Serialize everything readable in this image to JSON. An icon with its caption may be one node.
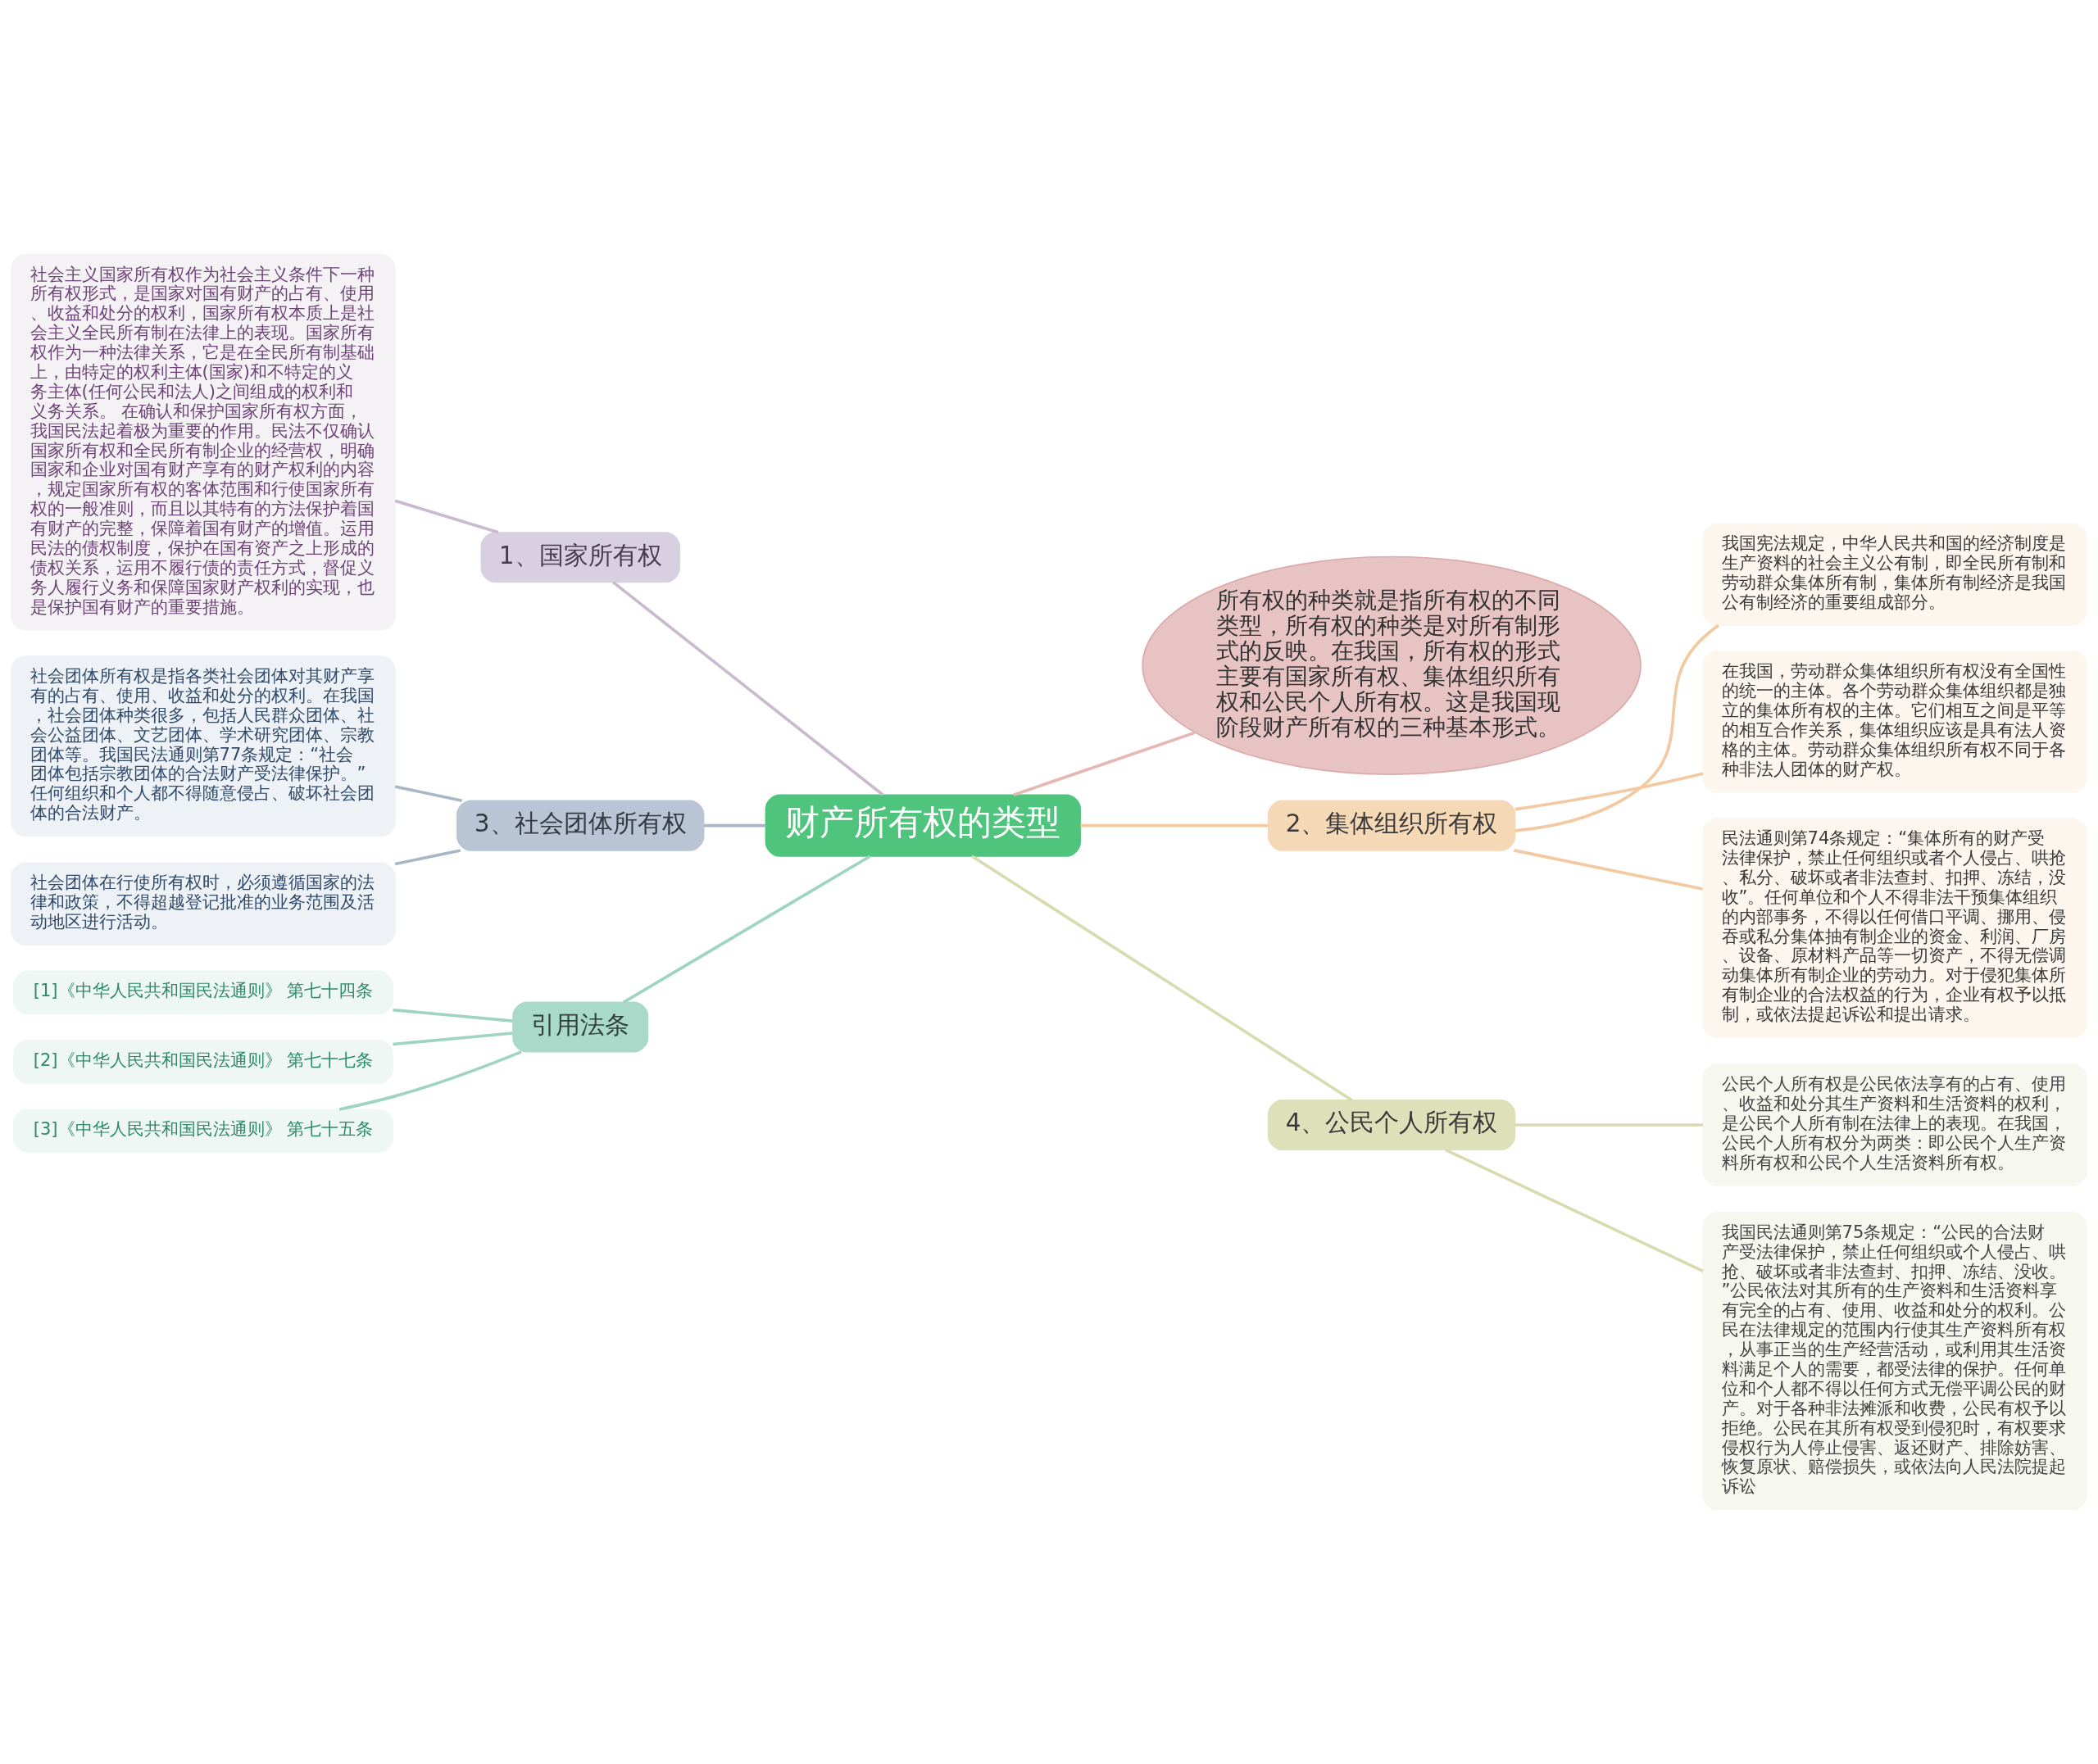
{
  "diagram": {
    "nodes": [
      {
        "text": [
          "财产所有权的类型"
        ]
      },
      {
        "text": [
          "所有权的种类就是指所有权的不同类型，所有权的种类是对所有制形式的反映。在我国，所有权的形式主要有国家所有权、集体组织所有权和公民个人所有权。这是我国现阶段财产所有权的三种基本形式。"
        ]
      },
      {
        "text": [
          "1、国家所有权"
        ]
      },
      {
        "text": [
          "社会主义国家所有权作为社会主义条件下一种所有权形式，是国家对国有财产的占有、使用、收益和处分的权利，国家所有权本质上是社会主义全民所有制在法律上的表现。国家所有权作为一种法律关系，它是在全民所有制基础上，由特定的权利主体(国家)和不特定的义务主体(任何公民和法人)之间组成的权利和义务关系。 在确认和保护国家所有权方面，我国民法起着极为重要的作用。民法不仅确认国家所有权和全民所有制企业的经营权，明确国家和企业对国有财产享有的财产权利的内容，规定国家所有权的客体范围和行使国家所有权的一般准则，而且以其特有的方法保护着国有财产的完整，保障着国有财产的增值。运用民法的债权制度，保护在国有资产之上形成的债权关系，运用不履行债的责任方式，督促义务人履行义务和保障国家财产权利的实现，也是保护国有财产的重要措施。"
        ]
      },
      {
        "text": [
          "2、集体组织所有权"
        ]
      },
      {
        "text": [
          "我国宪法规定，中华人民共和国的经济制度是生产资料的社会主义公有制，即全民所有制和劳动群众集体所有制，集体所有制经济是我国公有制经济的重要组成部分。"
        ]
      },
      {
        "text": [
          "在我国，劳动群众集体组织所有权没有全国性的统一的主体。各个劳动群众集体组织都是独立的集体所有权的主体。它们相互之间是平等的相互合作关系，集体组织应该是具有法人资格的主体。劳动群众集体组织所有权不同于各种非法人团体的财产权。"
        ]
      },
      {
        "text": [
          "民法通则第74条规定：“集体所有的财产受法律保护，禁止任何组织或者个人侵占、哄抢、私分、破坏或者非法查封、扣押、冻结，没收”。任何单位和个人不得非法干预集体组织的内部事务，不得以任何借口平调、挪用、侵吞或私分集体抽有制企业的资金、利润、厂房、设备、原材料产品等一切资产，不得无偿调动集体所有制企业的劳动力。对于侵犯集体所有制企业的合法权益的行为，企业有权予以抵制，或依法提起诉讼和提出请求。"
        ]
      },
      {
        "text": [
          "3、社会团体所有权"
        ]
      },
      {
        "text": [
          "社会团体所有权是指各类社会团体对其财产享有的占有、使用、收益和处分的权利。在我国，社会团体种类很多，包括人民群众团体、社会公益团体、文艺团体、学术研究团体、宗教团体等。我国民法通则第77条规定：“社会团体包括宗教团体的合法财产受法律保护。”任何组织和个人都不得随意侵占、破坏社会团体的合法财产。"
        ]
      },
      {
        "text": [
          "社会团体在行使所有权时，必须遵循国家的法律和政策，不得超越登记批准的业务范围及活动地区进行活动。"
        ]
      },
      {
        "text": [
          "4、公民个人所有权"
        ]
      },
      {
        "text": [
          "公民个人所有权是公民依法享有的占有、使用、收益和处分其生产资料和生活资料的权利，是公民个人所有制在法律上的表现。在我国，公民个人所有权分为两类：即公民个人生产资料所有权和公民个人生活资料所有权。"
        ]
      },
      {
        "text": [
          "我国民法通则第75条规定：“公民的合法财产受法律保护，禁止任何组织或个人侵占、哄抢、破坏或者非法查封、扣押、冻结、没收。”公民依法对其所有的生产资料和生活资料享有完全的占有、使用、收益和处分的权利。公民在法律规定的范围内行使其生产资料所有权，从事正当的生产经营活动，或利用其生活资料满足个人的需要，都受法律的保护。任何单位和个人都不得以任何方式无偿平调公民的财产。对于各种非法摊派和收费，公民有权予以拒绝。公民在其所有权受到侵犯时，有权要求侵权行为人停止侵害、返还财产、排除妨害、恢复原状、赔偿损失，或依法向人民法院提起诉讼"
        ]
      },
      {
        "text": [
          "引用法条"
        ]
      },
      {
        "text": [
          "[1]《中华人民共和国民法通则》 第七十四条"
        ]
      },
      {
        "text": [
          "[2]《中华人民共和国民法通则》 第七十七条"
        ]
      },
      {
        "text": [
          "[3]《中华人民共和国民法通则》 第七十五条"
        ]
      }
    ],
    "edges": [
      {
        "from": 0,
        "to": 1,
        "arrow": "none",
        "color": "#e6b8b3"
      },
      {
        "from": 2,
        "to": 0,
        "arrow": "none",
        "color": "#c9bacf"
      },
      {
        "from": 3,
        "to": 2,
        "arrow": "none",
        "color": "#c9bacf"
      },
      {
        "from": 0,
        "to": 4,
        "arrow": "none",
        "color": "#f2c9a0"
      },
      {
        "from": 4,
        "to": 5,
        "arrow": "none",
        "color": "#f2c9a0"
      },
      {
        "from": 4,
        "to": 6,
        "arrow": "none",
        "color": "#f2c9a0"
      },
      {
        "from": 4,
        "to": 7,
        "arrow": "none",
        "color": "#f2c9a0"
      },
      {
        "from": 8,
        "to": 0,
        "arrow": "none",
        "color": "#a9b6c8"
      },
      {
        "from": 9,
        "to": 8,
        "arrow": "none",
        "color": "#a9b6c8"
      },
      {
        "from": 10,
        "to": 8,
        "arrow": "none",
        "color": "#a9b6c8"
      },
      {
        "from": 0,
        "to": 11,
        "arrow": "none",
        "color": "#d8dbb0"
      },
      {
        "from": 11,
        "to": 12,
        "arrow": "none",
        "color": "#d8dbb0"
      },
      {
        "from": 11,
        "to": 13,
        "arrow": "none",
        "color": "#d8dbb0"
      },
      {
        "from": 14,
        "to": 0,
        "arrow": "none",
        "color": "#9fd4c3"
      },
      {
        "from": 15,
        "to": 14,
        "arrow": "none",
        "color": "#9fd4c3"
      },
      {
        "from": 16,
        "to": 14,
        "arrow": "none",
        "color": "#9fd4c3"
      },
      {
        "from": 17,
        "to": 14,
        "arrow": "none",
        "color": "#9fd4c3"
      }
    ]
  }
}
